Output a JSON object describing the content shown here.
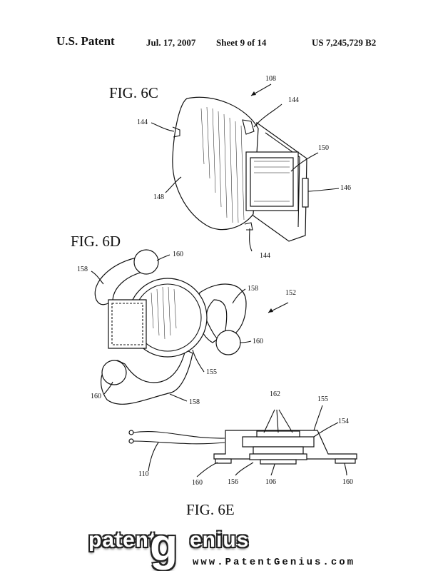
{
  "header": {
    "patent_label": "U.S. Patent",
    "date": "Jul. 17, 2007",
    "sheet": "Sheet 9 of 14",
    "patent_number": "US 7,245,729 B2"
  },
  "figures": {
    "fig_6c": {
      "title": "FIG. 6C",
      "refs": {
        "r108": "108",
        "r144_top": "144",
        "r144_left": "144",
        "r144_bottom": "144",
        "r150": "150",
        "r146": "146",
        "r148": "148"
      }
    },
    "fig_6d": {
      "title": "FIG. 6D",
      "refs": {
        "r160_top": "160",
        "r158_left": "158",
        "r158_right": "158",
        "r152": "152",
        "r160_right": "160",
        "r155": "155",
        "r160_left": "160",
        "r158_bottom": "158"
      }
    },
    "fig_6e": {
      "title": "FIG. 6E",
      "refs": {
        "r162": "162",
        "r155": "155",
        "r154": "154",
        "r110": "110",
        "r160_left": "160",
        "r156": "156",
        "r106": "106",
        "r160_right": "160"
      }
    }
  },
  "watermark": {
    "word_patent": "patent",
    "letter_g": "g",
    "word_enius": "enius",
    "url": "www.PatentGenius.com"
  }
}
